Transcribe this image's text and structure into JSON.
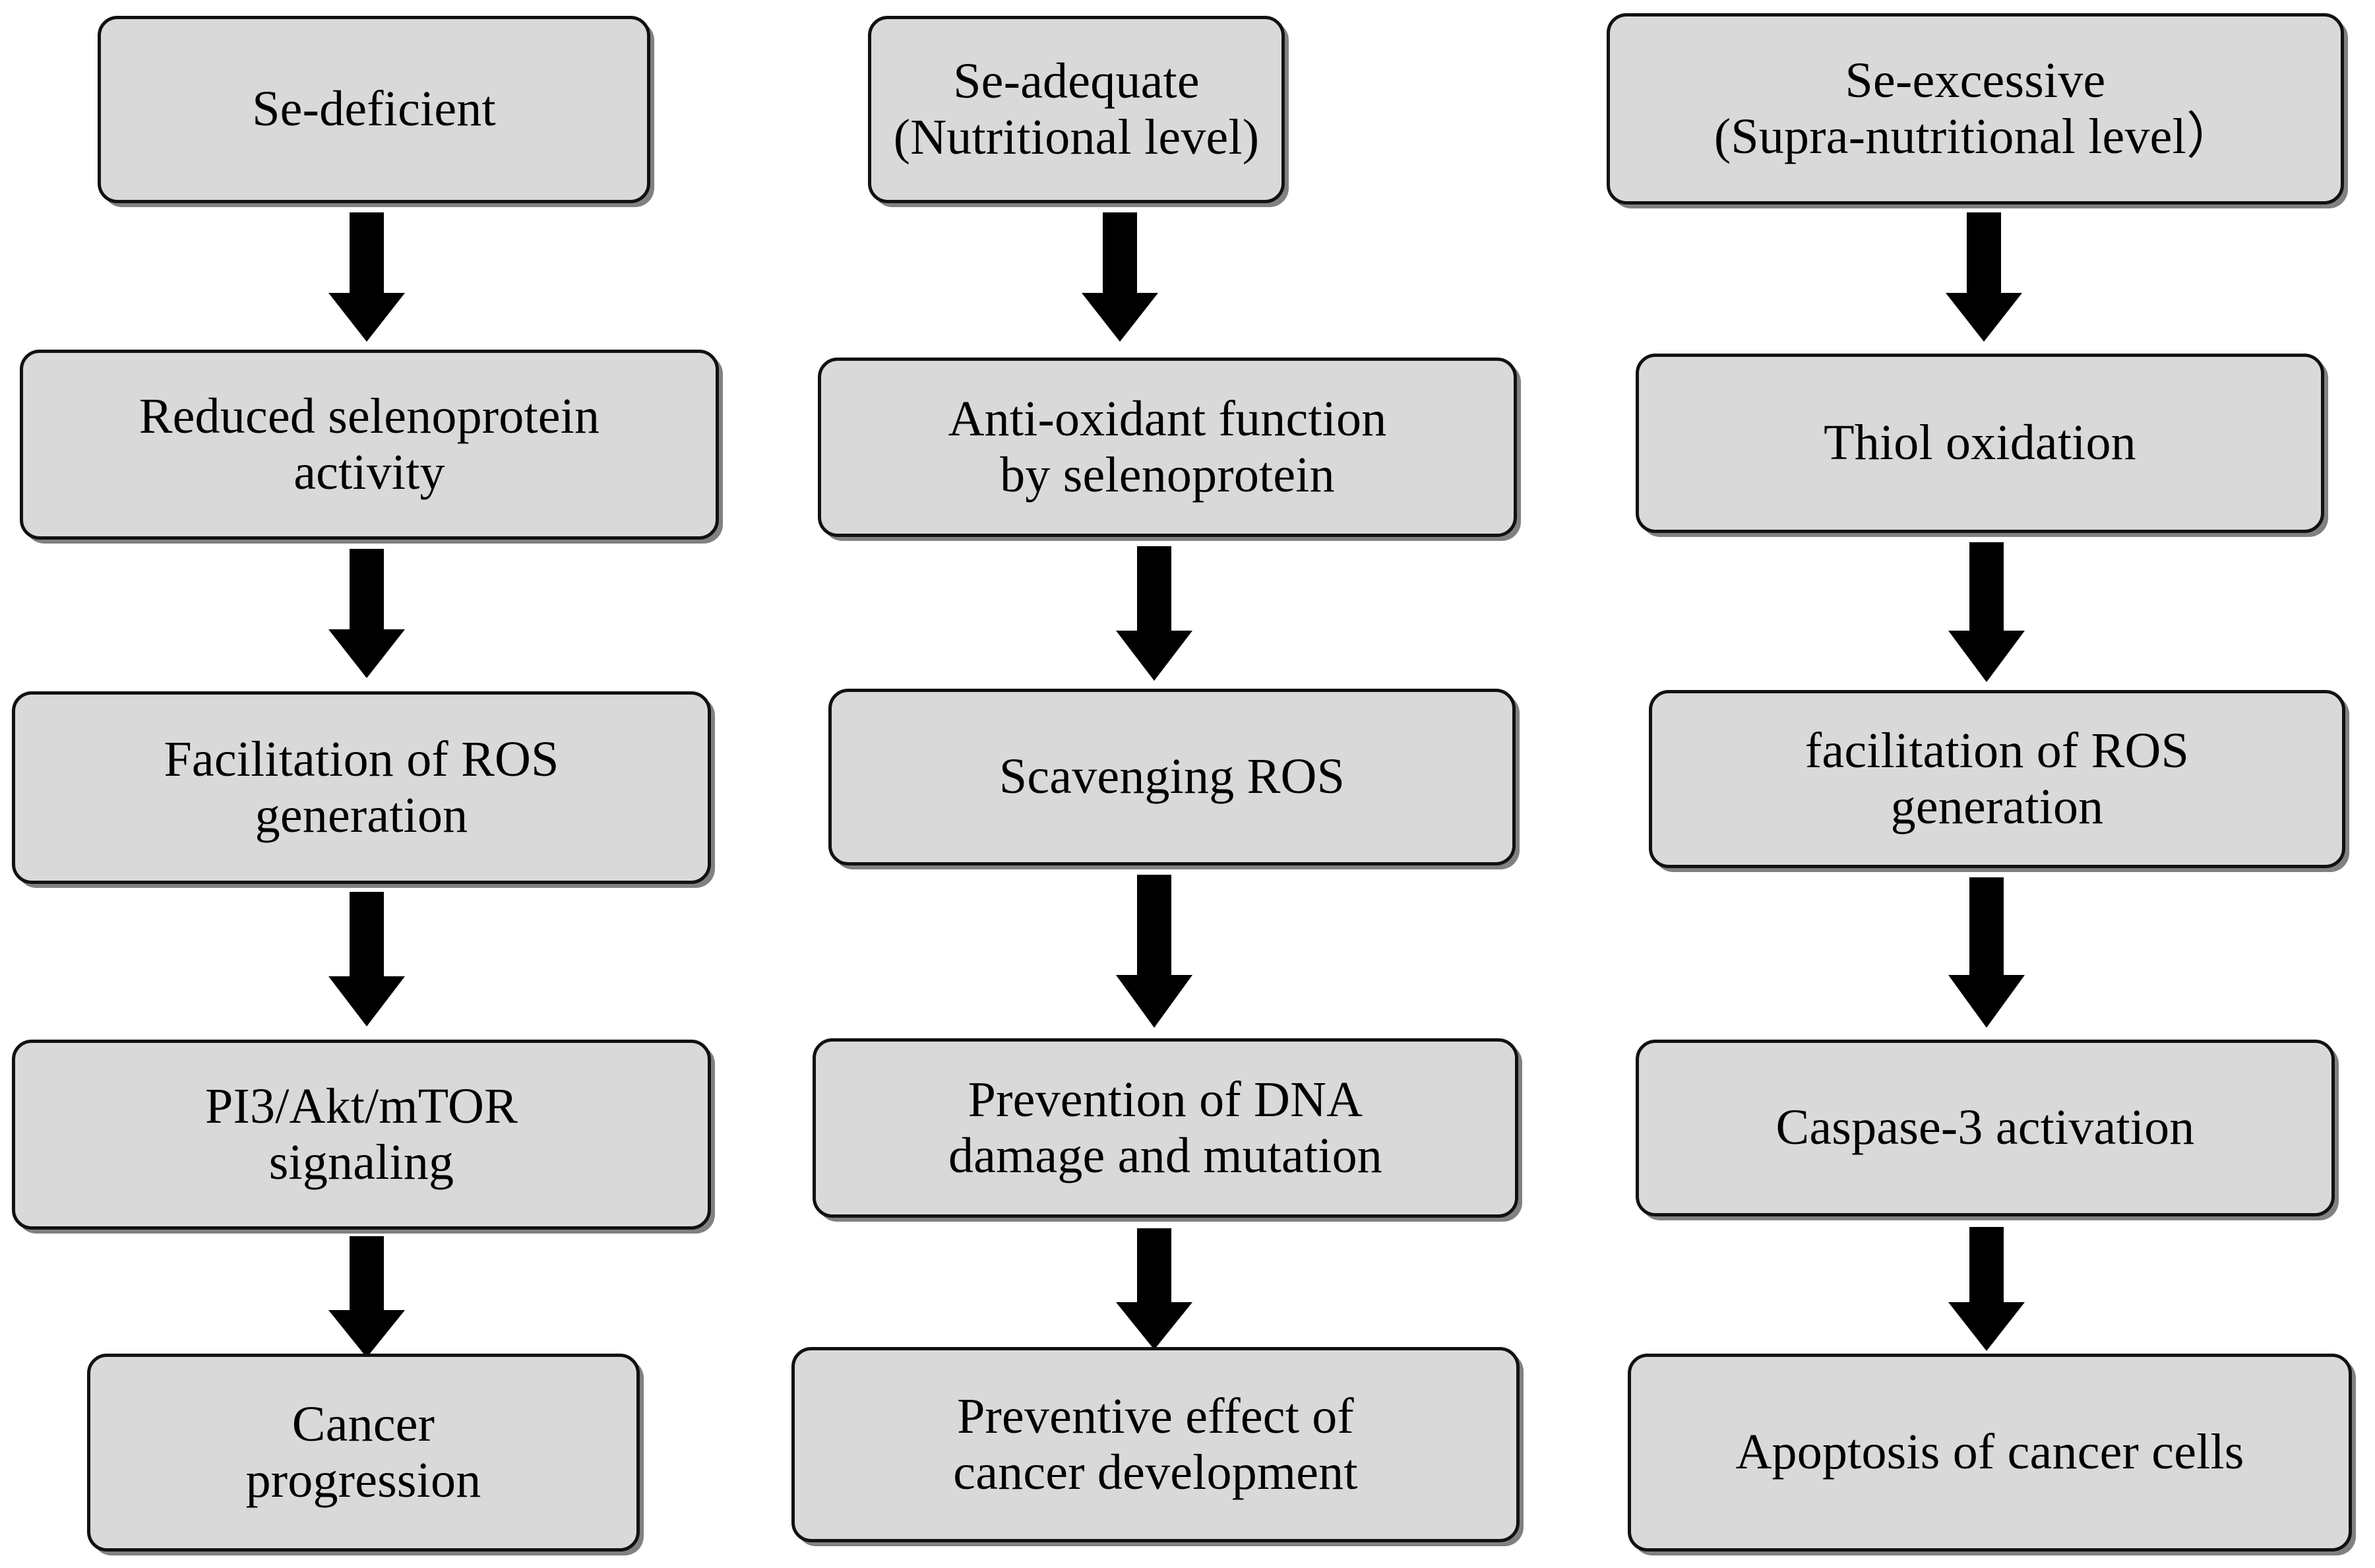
{
  "figure": {
    "type": "flowchart",
    "orientation": "three parallel vertical chains, top to bottom",
    "background_color": "#ffffff",
    "box_fill_color": "#d9d9d9",
    "box_border_color": "#111111",
    "text_color": "#000000",
    "arrow_color": "#000000",
    "columns": 3,
    "rows": 5
  },
  "columns": [
    {
      "id": "se-deficient",
      "nodes": [
        {
          "id": "col1-node1",
          "text": "Se-deficient"
        },
        {
          "id": "col1-node2",
          "text": "Reduced selenoprotein\nactivity"
        },
        {
          "id": "col1-node3",
          "text": "Facilitation of ROS\ngeneration"
        },
        {
          "id": "col1-node4",
          "text": "PI3/Akt/mTOR\nsignaling"
        },
        {
          "id": "col1-node5",
          "text": "Cancer\nprogression"
        }
      ],
      "arrows": [
        {
          "id": "col1-arrow1",
          "from": "col1-node1",
          "to": "col1-node2"
        },
        {
          "id": "col1-arrow2",
          "from": "col1-node2",
          "to": "col1-node3"
        },
        {
          "id": "col1-arrow3",
          "from": "col1-node3",
          "to": "col1-node4"
        },
        {
          "id": "col1-arrow4",
          "from": "col1-node4",
          "to": "col1-node5"
        }
      ]
    },
    {
      "id": "se-adequate",
      "nodes": [
        {
          "id": "col2-node1",
          "text": "Se-adequate\n(Nutritional level)"
        },
        {
          "id": "col2-node2",
          "text": "Anti-oxidant function\nby selenoprotein"
        },
        {
          "id": "col2-node3",
          "text": "Scavenging ROS"
        },
        {
          "id": "col2-node4",
          "text": "Prevention of DNA\ndamage and mutation"
        },
        {
          "id": "col2-node5",
          "text": "Preventive effect of\ncancer development"
        }
      ],
      "arrows": [
        {
          "id": "col2-arrow1",
          "from": "col2-node1",
          "to": "col2-node2"
        },
        {
          "id": "col2-arrow2",
          "from": "col2-node2",
          "to": "col2-node3"
        },
        {
          "id": "col2-arrow3",
          "from": "col2-node3",
          "to": "col2-node4"
        },
        {
          "id": "col2-arrow4",
          "from": "col2-node4",
          "to": "col2-node5"
        }
      ]
    },
    {
      "id": "se-excessive",
      "nodes": [
        {
          "id": "col3-node1",
          "text": "Se-excessive\n(Supra-nutritional level）"
        },
        {
          "id": "col3-node2",
          "text": "Thiol oxidation"
        },
        {
          "id": "col3-node3",
          "text": "facilitation of ROS\ngeneration"
        },
        {
          "id": "col3-node4",
          "text": "Caspase-3 activation"
        },
        {
          "id": "col3-node5",
          "text": "Apoptosis of cancer cells"
        }
      ],
      "arrows": [
        {
          "id": "col3-arrow1",
          "from": "col3-node1",
          "to": "col3-node2"
        },
        {
          "id": "col3-arrow2",
          "from": "col3-node2",
          "to": "col3-node3"
        },
        {
          "id": "col3-arrow3",
          "from": "col3-node3",
          "to": "col3-node4"
        },
        {
          "id": "col3-arrow4",
          "from": "col3-node4",
          "to": "col3-node5"
        }
      ]
    }
  ]
}
